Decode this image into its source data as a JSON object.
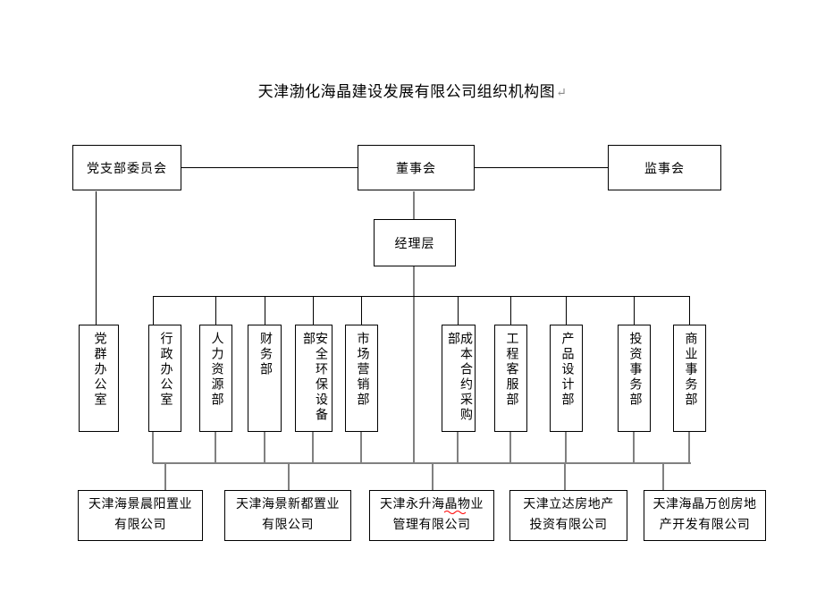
{
  "title": "天津渤化海晶建设发展有限公司组织机构图",
  "paragraph_mark": "↵",
  "top_level": {
    "party_committee": "党支部委员会",
    "board": "董事会",
    "supervisors": "监事会",
    "management": "经理层"
  },
  "departments": [
    "党群办公室",
    "行政办公室",
    "人力资源部",
    "财务部",
    "安全环保设备部",
    "市场营销部",
    "成本合约采购部",
    "工程客服部",
    "产品设计部",
    "投资事务部",
    "商业事务部"
  ],
  "subsidiaries": [
    {
      "line1": "天津海景晨阳置业",
      "line2": "有限公司"
    },
    {
      "line1": "天津海景新都置业",
      "line2": "有限公司"
    },
    {
      "line1": "天津永升海晶物业",
      "line2": "管理有限公司"
    },
    {
      "line1": "天津立达房地产",
      "line2": "投资有限公司"
    },
    {
      "line1": "天津海晶万创房地",
      "line2": "产开发有限公司"
    }
  ],
  "colors": {
    "background": "#ffffff",
    "text": "#000000",
    "line_dark": "#000000",
    "line_gray": "#808080",
    "spellcheck": "#ff0000"
  }
}
